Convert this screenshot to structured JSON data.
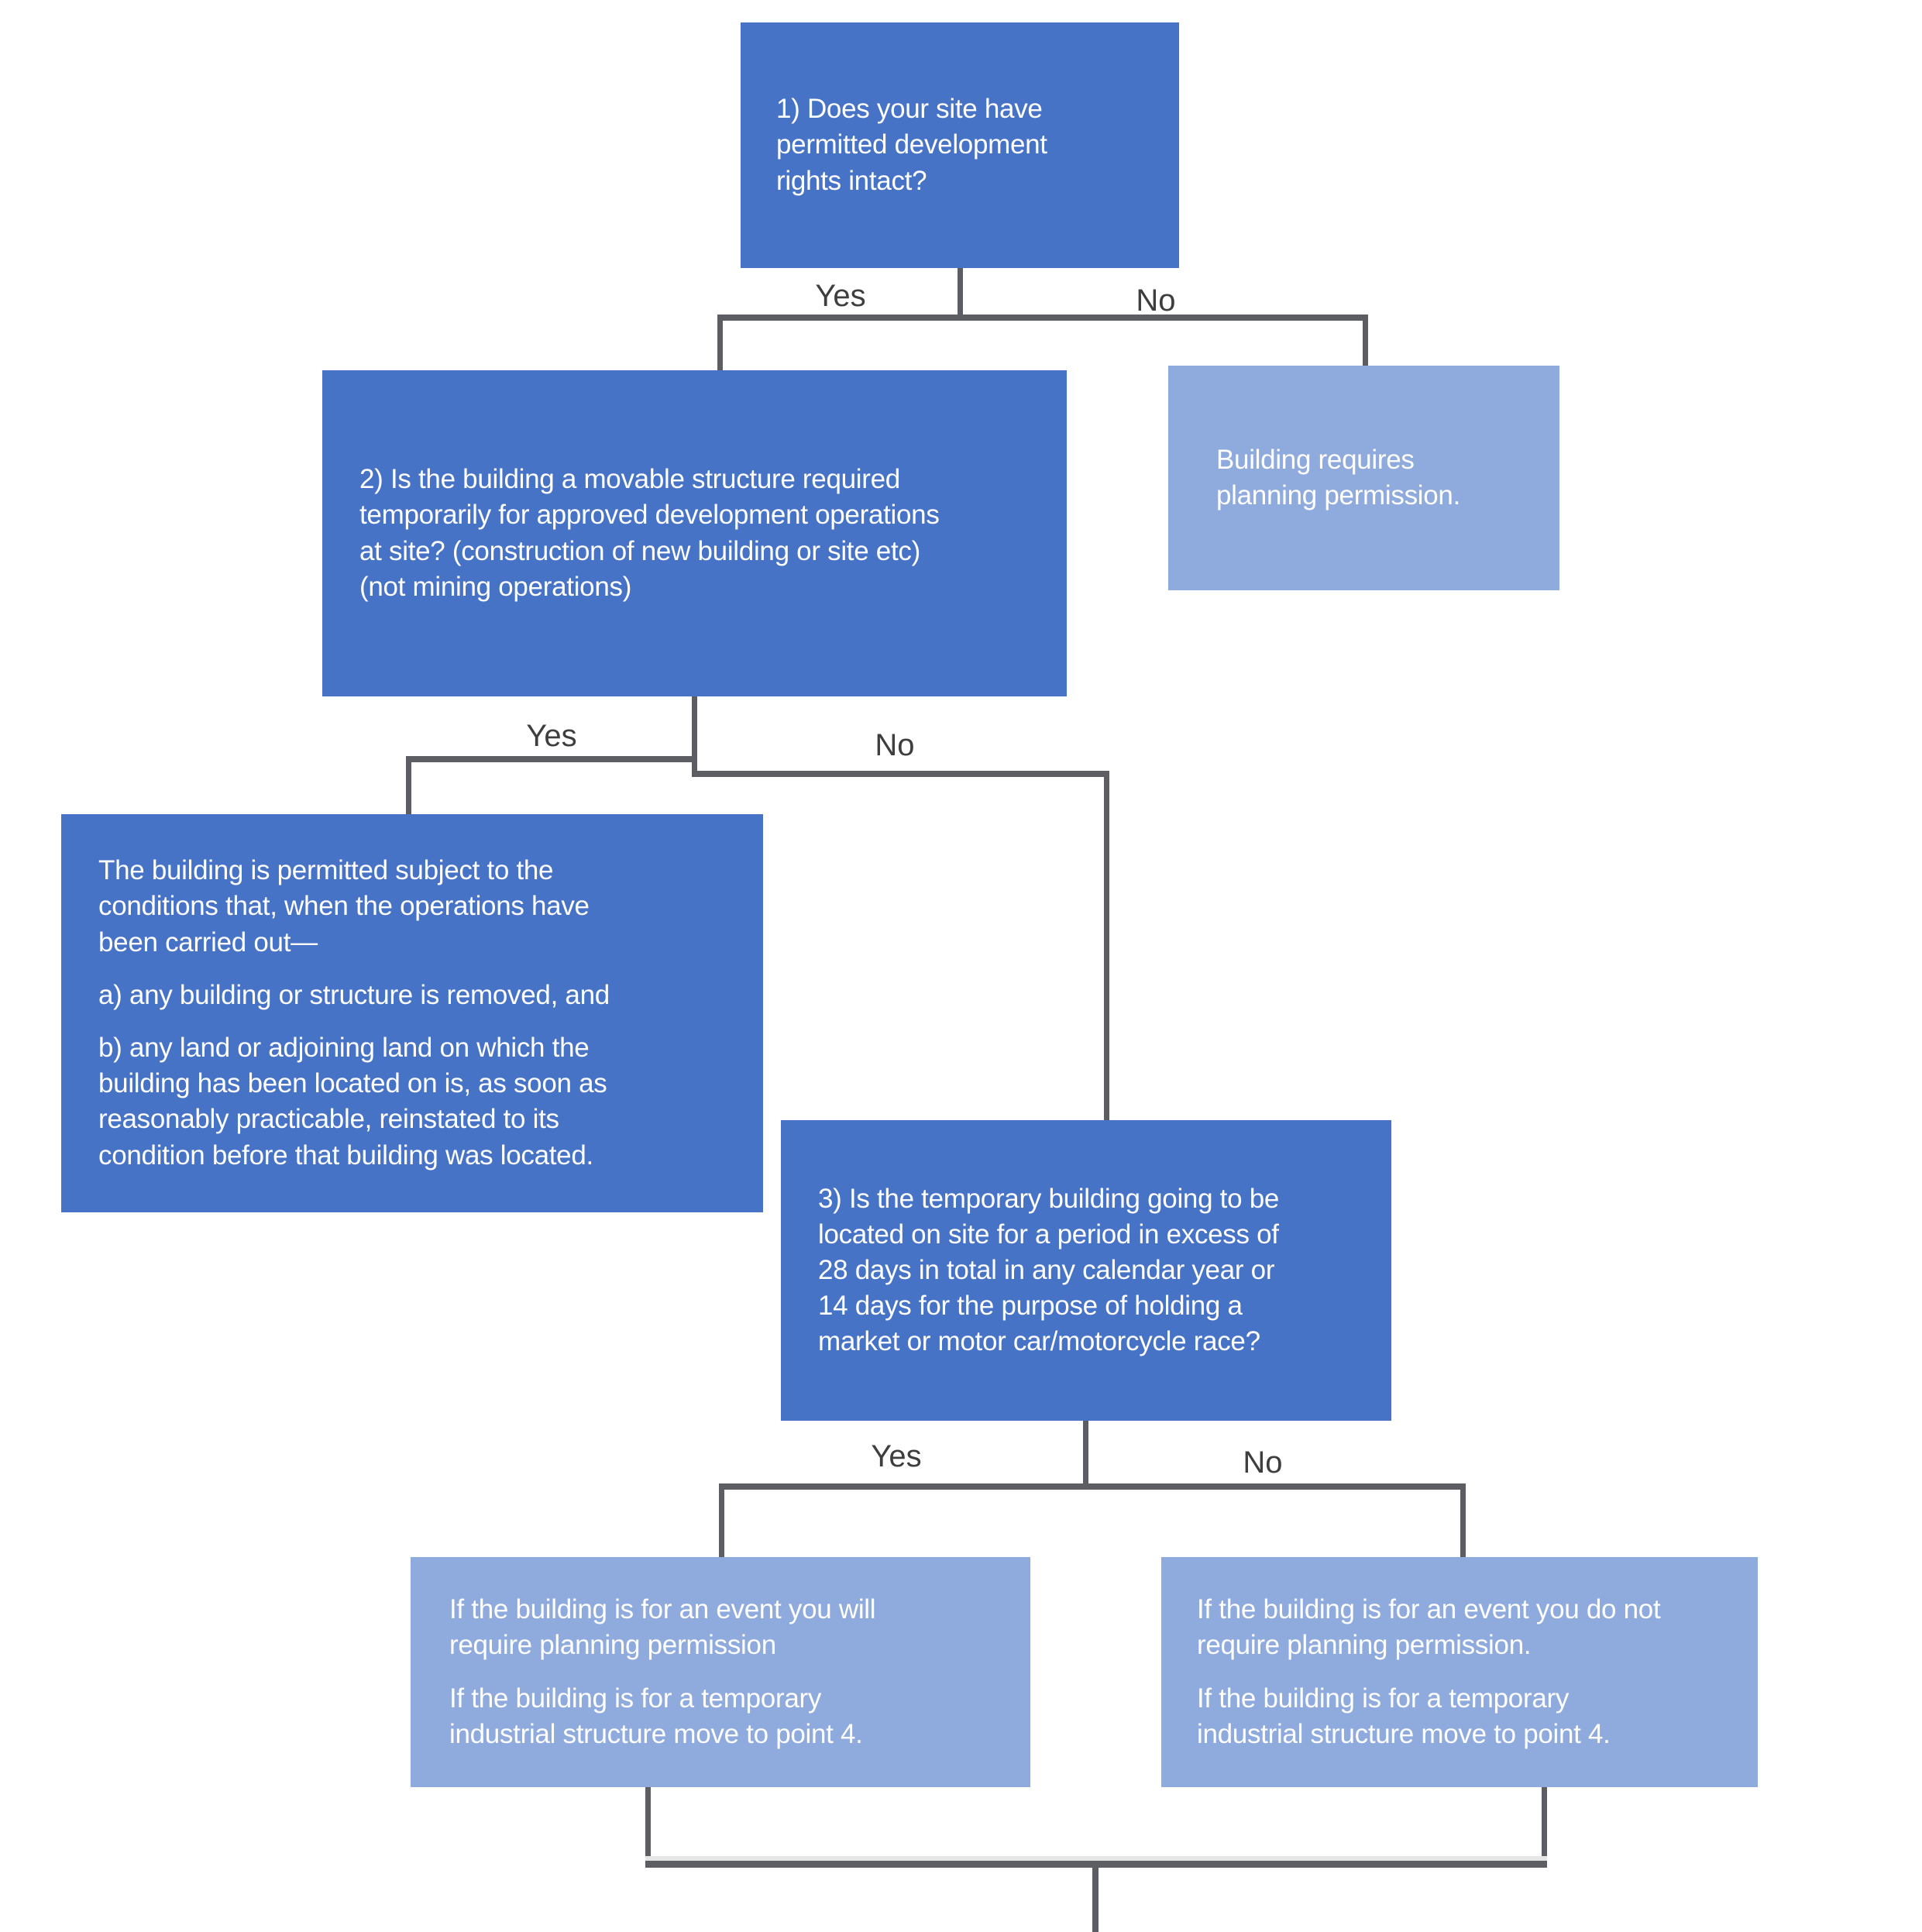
{
  "diagram": {
    "colors": {
      "box_dark": "#4673c6",
      "box_light": "#8faadc",
      "connector": "#5d5e63",
      "connector_light": "#e6e6e6",
      "edge_label_text": "#3e3e3e",
      "box_text": "#ffffff"
    },
    "nodes": {
      "q1": {
        "text": "1) Does your site have\npermitted development\nrights intact?"
      },
      "requires_permission": {
        "text": "Building requires\nplanning permission."
      },
      "q2": {
        "text": "2) Is the building a movable structure required\ntemporarily for approved development operations\nat site? (construction of new building or site etc)\n(not mining operations)"
      },
      "permitted_conditions": {
        "paragraphs": [
          "The building is permitted subject to the\nconditions that, when the operations have\nbeen carried out—",
          "a) any building or structure is removed, and",
          "b) any land or adjoining land on which the\nbuilding has been located on is, as soon as\nreasonably practicable, reinstated to its\ncondition before that building was located."
        ]
      },
      "q3": {
        "text": "3) Is the temporary building going to be\nlocated on site for a period in excess of\n28 days in total in any calendar year or\n14 days for the purpose of holding a\nmarket or motor car/motorcycle race?"
      },
      "event_requires_permission": {
        "paragraphs": [
          "If the building is for an event you will\nrequire planning permission",
          "If the building is for a temporary\nindustrial structure move to point 4."
        ]
      },
      "event_no_permission": {
        "paragraphs": [
          "If the building is for an event you do not\nrequire planning permission.",
          "If the building is for a temporary\nindustrial structure move to point 4."
        ]
      }
    },
    "edge_labels": {
      "q1_yes": "Yes",
      "q1_no": "No",
      "q2_yes": "Yes",
      "q2_no": "No",
      "q3_yes": "Yes",
      "q3_no": "No"
    }
  }
}
